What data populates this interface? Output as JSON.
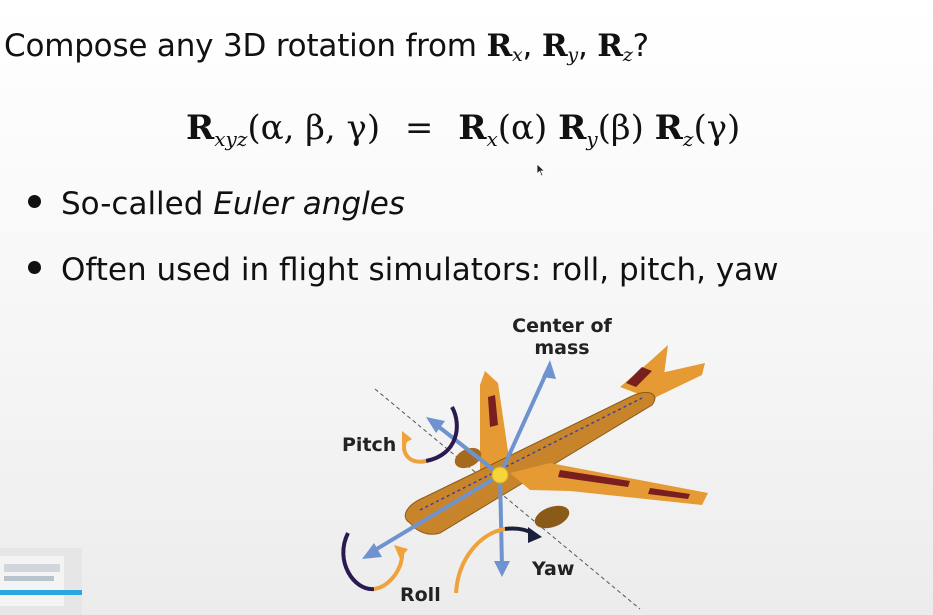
{
  "slide": {
    "title_text": "Compose any 3D rotation from",
    "title_r": "R",
    "title_x": "x",
    "title_y": "y",
    "title_z": "z",
    "title_comma1": ",",
    "title_comma2": ",",
    "title_end": "?",
    "equation": {
      "lhs_R": "R",
      "lhs_sub": "xyz",
      "lhs_args": "(α, β, γ)",
      "equals": "=",
      "rx_R": "R",
      "rx_sub": "x",
      "rx_arg": "(α)",
      "ry_R": "R",
      "ry_sub": "y",
      "ry_arg": "(β)",
      "rz_R": "R",
      "rz_sub": "z",
      "rz_arg": "(γ)"
    },
    "bullets": [
      {
        "prefix": "So-called ",
        "emphasis": "Euler angles"
      },
      {
        "text": "Often used in flight simulators: roll, pitch, yaw"
      }
    ]
  },
  "diagram": {
    "label_center_line1": "Center of",
    "label_center_line2": "mass",
    "label_pitch": "Pitch",
    "label_roll": "Roll",
    "label_yaw": "Yaw",
    "colors": {
      "fuselage": "#c8842a",
      "wing": "#e59a33",
      "stripe": "#7a1f1f",
      "axis": "#6f93cf",
      "center": "#f7d43a"
    }
  },
  "icons": [
    "mouse-cursor-icon",
    "pitch-rotation-icon",
    "roll-rotation-icon",
    "yaw-rotation-icon"
  ]
}
